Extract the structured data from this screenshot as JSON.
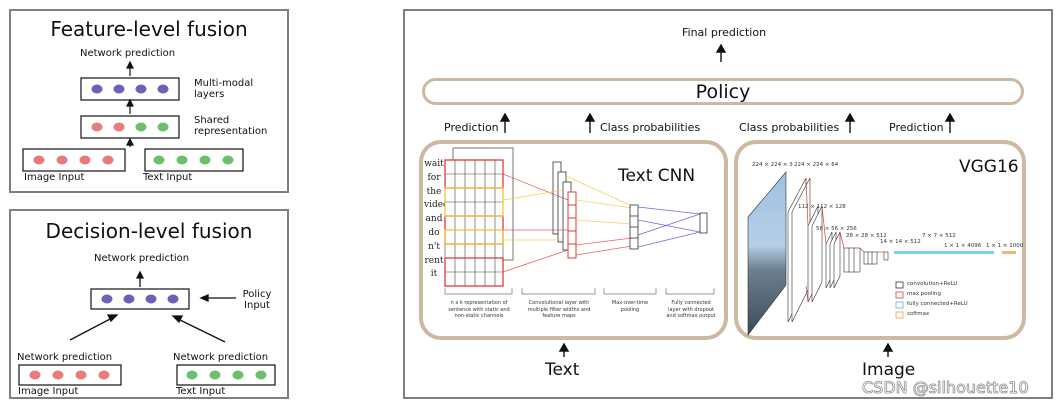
{
  "feature_panel": {
    "title": "Feature-level fusion",
    "network_prediction": "Network prediction",
    "multimodal_label": "Multi-modal layers",
    "shared_label": "Shared representation",
    "image_input": "Image Input",
    "text_input": "Text Input"
  },
  "decision_panel": {
    "title": "Decision-level fusion",
    "network_prediction_top": "Network prediction",
    "policy_input": "Policy Input",
    "network_prediction_left": "Network prediction",
    "network_prediction_right": "Network prediction",
    "image_input": "Image Input",
    "text_input": "Text Input"
  },
  "main_panel": {
    "final_prediction": "Final prediction",
    "policy": "Policy",
    "prediction_left": "Prediction",
    "class_probabilities_left": "Class probabilities",
    "class_probabilities_right": "Class probabilities",
    "prediction_right": "Prediction",
    "text_cnn_title": "Text CNN",
    "vgg_title": "VGG16",
    "text_label": "Text",
    "image_label": "Image",
    "sentence_words": [
      "wait",
      "for",
      "the",
      "video",
      "and",
      "do",
      "n't",
      "rent",
      "it"
    ],
    "cnn_captions": {
      "c1": "n x k representation of sentence with static and non-static channels",
      "c2": "Convolutional layer with multiple filter widths and feature maps",
      "c3": "Max-over-time pooling",
      "c4": "Fully connected layer with dropout and softmax output"
    },
    "vgg_dims": {
      "d1": "224 × 224 × 3",
      "d2": "224 × 224 × 64",
      "d3": "112 × 112 × 128",
      "d4": "56 × 56 × 256",
      "d5": "28 × 28 × 512",
      "d6": "14 × 14 × 512",
      "d7": "7 × 7 × 512",
      "d8": "1 × 1 × 4096",
      "d9": "1 × 1 × 1000"
    },
    "vgg_legend": {
      "l1": "convolution+ReLU",
      "l2": "max pooling",
      "l3": "fully connected+ReLU",
      "l4": "softmax"
    }
  },
  "watermark": "CSDN @silhouette10",
  "colors": {
    "red_node": "#e87b7b",
    "green_node": "#6cc06c",
    "blue_node": "#6a63b8",
    "policy_border": "#cbb9a2",
    "panel_border": "#7f7f7f"
  }
}
